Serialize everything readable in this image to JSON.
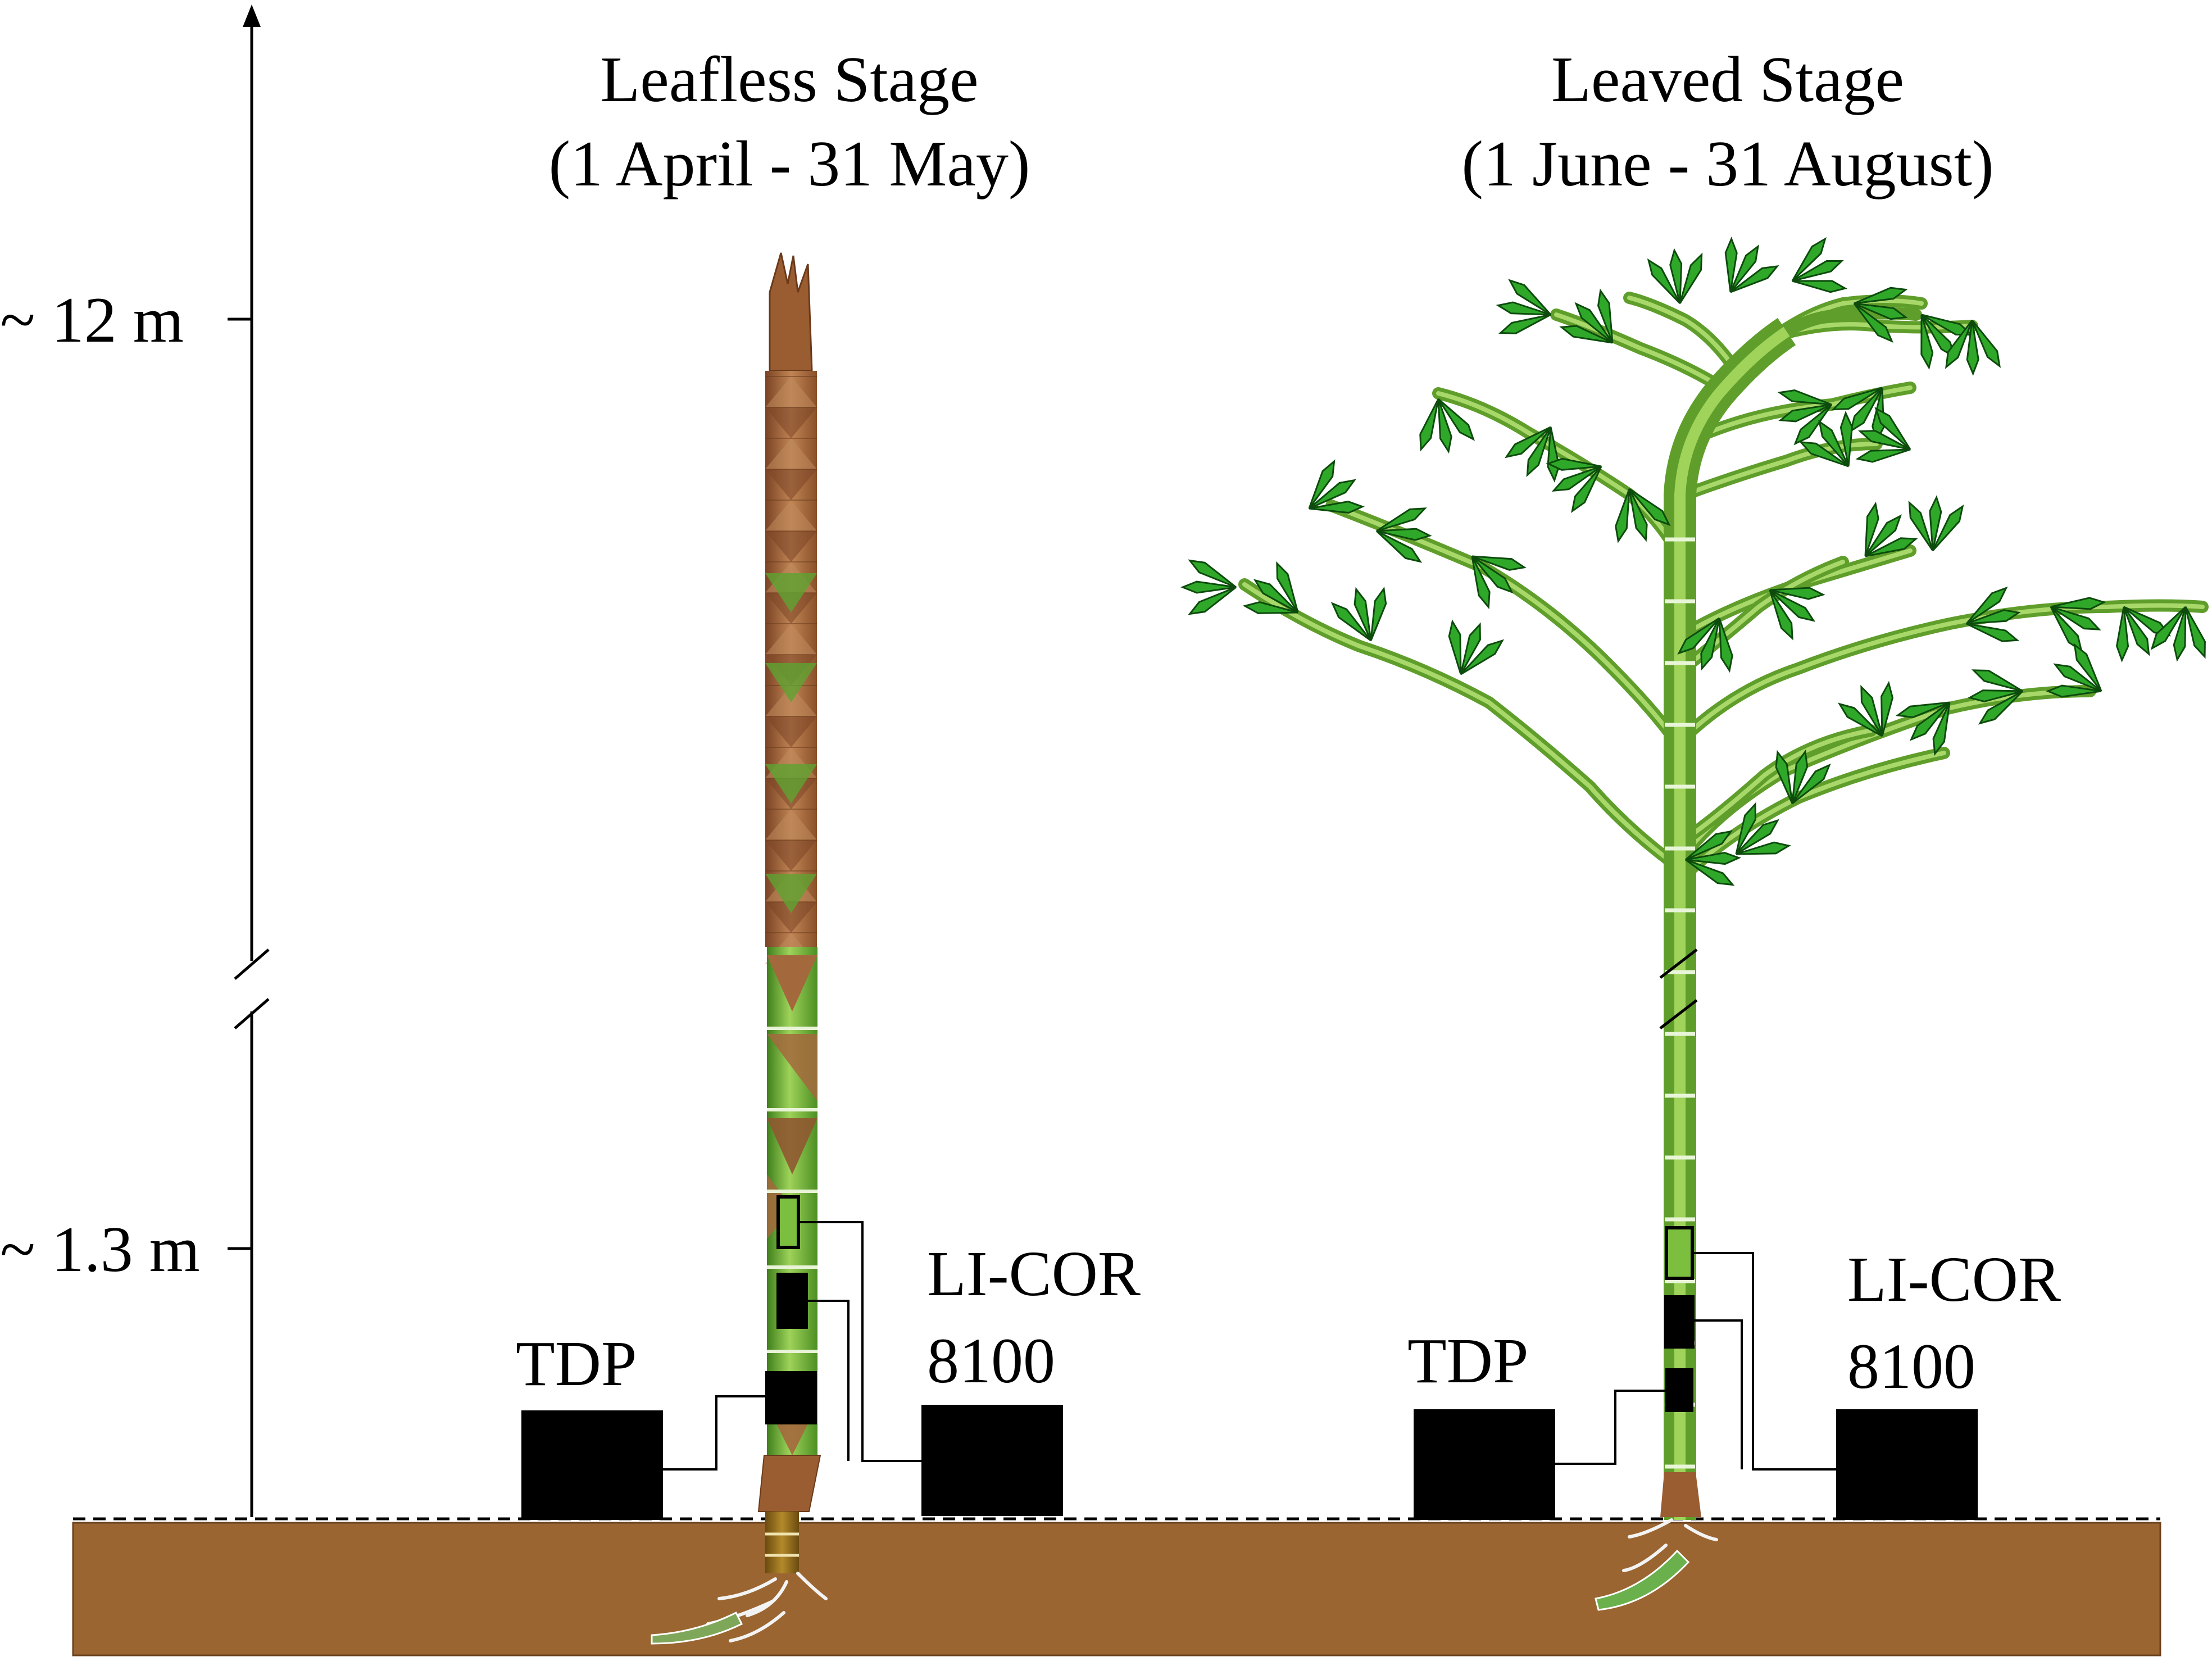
{
  "axis": {
    "tick_high_label": "~ 12 m",
    "tick_low_label": "~ 1.3 m"
  },
  "panels": [
    {
      "title_line1": "Leafless Stage",
      "title_line2": "(1 April - 31 May)",
      "sensor_left_label": "TDP",
      "sensor_right_label_line1": "LI-COR",
      "sensor_right_label_line2": "8100"
    },
    {
      "title_line1": "Leaved Stage",
      "title_line2": "(1 June - 31 August)",
      "sensor_left_label": "TDP",
      "sensor_right_label_line1": "LI-COR",
      "sensor_right_label_line2": "8100"
    }
  ],
  "colors": {
    "soil": "#9a6531",
    "sensor_box": "#000000",
    "culm_green": "#7cbf3f",
    "culm_green_dark": "#4f8f22",
    "sheath_brown": "#a4683d",
    "leaf_green": "#2fa82a",
    "root_white": "#f3f3f3"
  },
  "icons": {
    "bamboo_shoot": "leafless-bamboo-shoot-icon",
    "bamboo_culm": "leaved-bamboo-culm-icon"
  }
}
